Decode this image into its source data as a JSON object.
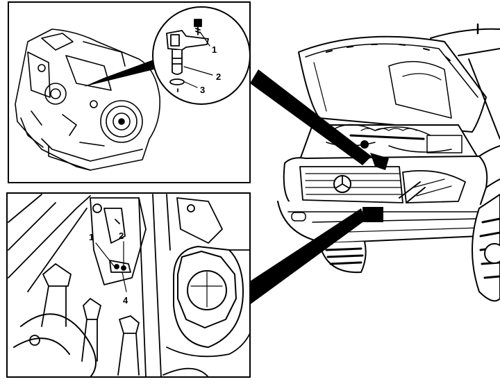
{
  "top_inset": {
    "callouts": [
      {
        "number": "1"
      },
      {
        "number": "2"
      },
      {
        "number": "3"
      }
    ]
  },
  "bottom_inset": {
    "callouts": [
      {
        "number": "1"
      },
      {
        "number": "2"
      },
      {
        "number": "4"
      }
    ]
  },
  "colors": {
    "ink": "#000000",
    "paper": "#ffffff"
  }
}
